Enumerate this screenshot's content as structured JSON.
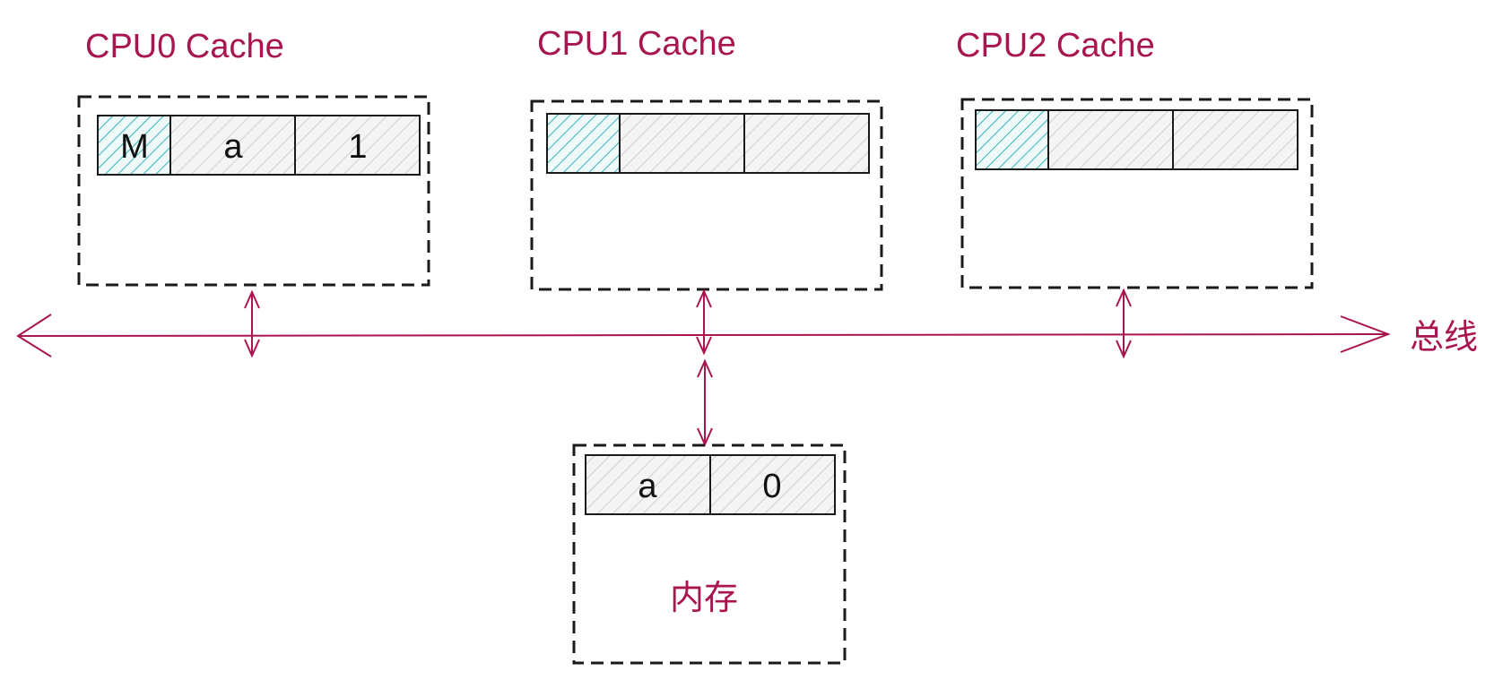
{
  "colors": {
    "accent": "#a8154f",
    "state_hatch": "#3bb3b8",
    "data_hatch": "#c9c9c9",
    "border": "#1a1a1a"
  },
  "caches": [
    {
      "title": "CPU0 Cache",
      "state": "M",
      "address": "a",
      "value": "1"
    },
    {
      "title": "CPU1 Cache",
      "state": "",
      "address": "",
      "value": ""
    },
    {
      "title": "CPU2 Cache",
      "state": "",
      "address": "",
      "value": ""
    }
  ],
  "bus": {
    "label": "总线"
  },
  "memory": {
    "label": "内存",
    "address": "a",
    "value": "0"
  }
}
